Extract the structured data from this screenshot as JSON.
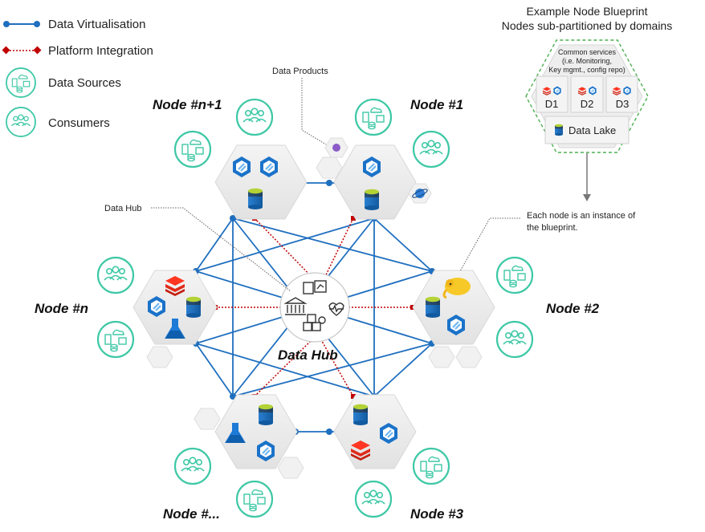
{
  "legend": {
    "items": [
      {
        "label": "Data Virtualisation",
        "kind": "line",
        "color": "#1f6fbf"
      },
      {
        "label": "Platform Integration",
        "kind": "dotted",
        "color": "#c00000"
      },
      {
        "label": "Data Sources",
        "kind": "data-sources-icon"
      },
      {
        "label": "Consumers",
        "kind": "consumers-icon"
      }
    ]
  },
  "blueprint": {
    "title": "Example Node Blueprint",
    "subtitle": "Nodes sub-partitioned by domains",
    "common_services": [
      "Common services",
      "(i.e. Monitoring,",
      "Key mgmt., config repo)"
    ],
    "domains": [
      "D1",
      "D2",
      "D3"
    ],
    "data_lake": "Data Lake"
  },
  "annotations": {
    "data_products": "Data Products",
    "data_hub_callout": "Data Hub",
    "blueprint_note": [
      "Each node is an instance of",
      "the blueprint."
    ]
  },
  "hub": {
    "label": "Data Hub"
  },
  "nodes": {
    "n1": "Node #n+1",
    "one": "Node #1",
    "n": "Node #n",
    "two": "Node #2",
    "dots": "Node #...",
    "three": "Node #3"
  },
  "colors": {
    "virtualisation": "#1f6fbf",
    "integration": "#c00000",
    "icon_ring": "#3ec8a6",
    "hex_fill": "#eeeeee",
    "blueprint_border": "#4caf50"
  }
}
